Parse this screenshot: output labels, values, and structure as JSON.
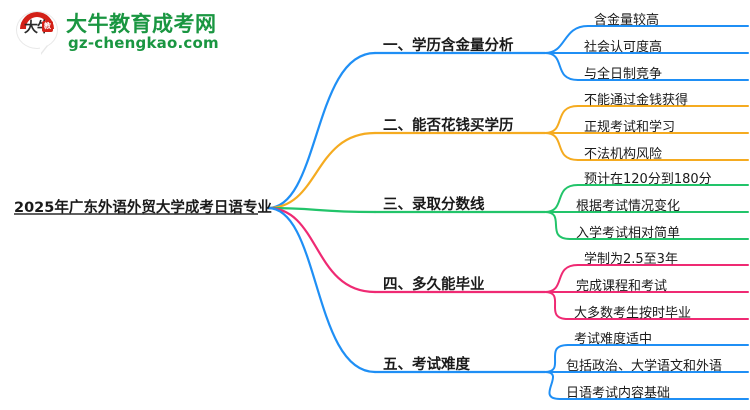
{
  "brand": {
    "mark_text": "大牛",
    "mark_badge": "教",
    "name": "大牛教育成考网",
    "url": "gz-chengkao.com",
    "green": "#1a9641",
    "red": "#d32017"
  },
  "mindmap": {
    "root": {
      "label": "2025年广东外语外贸大学成考日语专业"
    },
    "branches": [
      {
        "id": "branch-1",
        "color": "#1f8ff5",
        "label": "一、学历含金量分析",
        "leaves": [
          {
            "label": "含金量较高"
          },
          {
            "label": "社会认可度高"
          },
          {
            "label": "与全日制竞争"
          }
        ]
      },
      {
        "id": "branch-2",
        "color": "#f5ab20",
        "label": "二、能否花钱买学历",
        "leaves": [
          {
            "label": "不能通过金钱获得"
          },
          {
            "label": "正规考试和学习"
          },
          {
            "label": "不法机构风险"
          }
        ]
      },
      {
        "id": "branch-3",
        "color": "#22c46a",
        "label": "三、录取分数线",
        "leaves": [
          {
            "label": "预计在120分到180分"
          },
          {
            "label": "根据考试情况变化"
          },
          {
            "label": "入学考试相对简单"
          }
        ]
      },
      {
        "id": "branch-4",
        "color": "#ef2a73",
        "label": "四、多久能毕业",
        "leaves": [
          {
            "label": "学制为2.5至3年"
          },
          {
            "label": "完成课程和考试"
          },
          {
            "label": "大多数考生按时毕业"
          }
        ]
      },
      {
        "id": "branch-5",
        "color": "#1f8ff5",
        "label": "五、考试难度",
        "leaves": [
          {
            "label": "考试难度适中"
          },
          {
            "label": "包括政治、大学语文和外语"
          },
          {
            "label": "日语考试内容基础"
          }
        ]
      }
    ]
  }
}
